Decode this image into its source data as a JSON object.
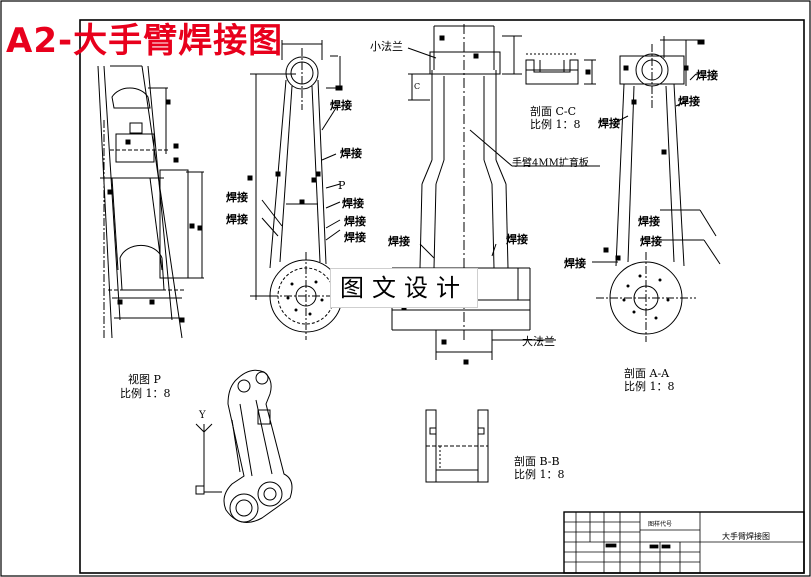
{
  "header": {
    "title": "A2-大手臂焊接图"
  },
  "watermark": {
    "text": "图文设计"
  },
  "labels": {
    "weld": "焊接",
    "small_flange": "小法兰",
    "large_flange": "大法兰",
    "arm_rib": "手臂4MM扩育板",
    "view_p": "视图 P",
    "scale": "比例 1：8",
    "section_cc": "剖面 C-C",
    "section_aa": "剖面 A-A",
    "section_bb": "剖面 B-B",
    "mark_p": "P",
    "mark_c": "C",
    "axis_y": "Y"
  },
  "title_block": {
    "drawing_name": "大手臂焊接图",
    "code": "图样代号"
  },
  "colors": {
    "line": "#000000",
    "title": "#e8001c"
  }
}
